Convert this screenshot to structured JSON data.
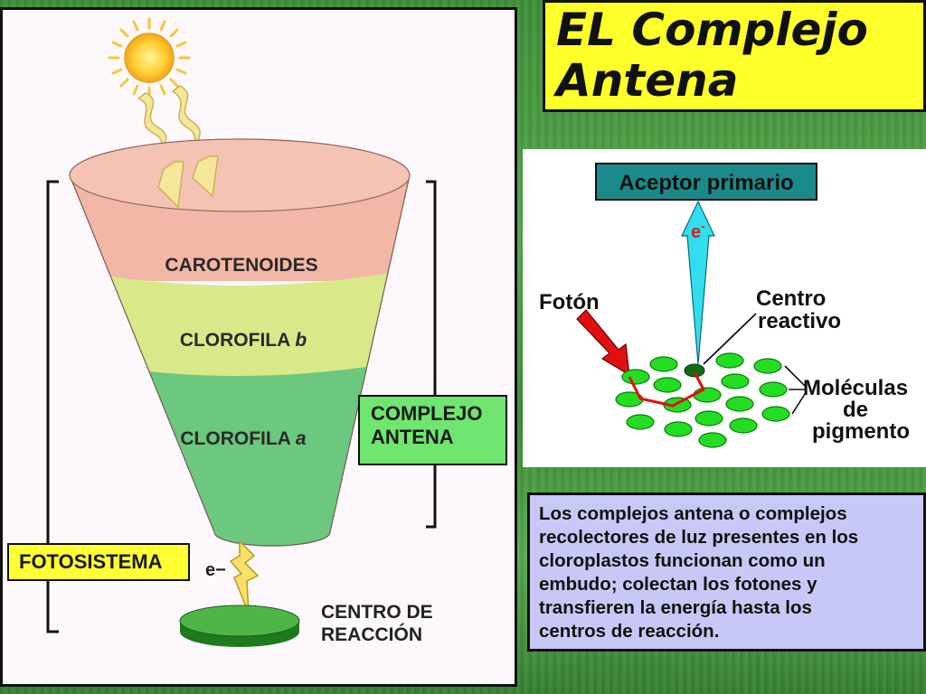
{
  "title": {
    "line1": "EL Complejo",
    "line2": "Antena"
  },
  "funnel": {
    "layers": [
      {
        "label": "CAROTENOIDES",
        "italic": ""
      },
      {
        "label": "CLOROFILA ",
        "italic": "b"
      },
      {
        "label": "CLOROFILA ",
        "italic": "a"
      }
    ],
    "complejo_antena": {
      "line1": "COMPLEJO",
      "line2": "ANTENA"
    },
    "fotosistema": "FOTOSISTEMA",
    "electron": "e−",
    "centro_reaccion": {
      "line1": "CENTRO DE",
      "line2": "REACCIÓN"
    },
    "colors": {
      "carotenoides": "#f2b7a6",
      "clorofila_b": "#d9e98a",
      "clorofila_a": "#6cc77f",
      "label_green": "#6fe66f",
      "label_yellow": "#ffff33"
    }
  },
  "diagram": {
    "aceptor": "Aceptor primario",
    "electron": {
      "base": "e",
      "sup": "-"
    },
    "foton": "Fotón",
    "centro": {
      "line1": "Centro",
      "line2": "reactivo"
    },
    "moleculas": {
      "line1": "Moléculas",
      "line2": "de",
      "line3": "pigmento"
    },
    "colors": {
      "aceptor_box": "#1a8a8a",
      "arrow": "#33ddee",
      "photon": "#e01010",
      "pigment": "#22dd22"
    }
  },
  "description": {
    "lines": [
      "Los complejos antena o complejos",
      "recolectores de luz presentes en los",
      "cloroplastos funcionan como un",
      "embudo; colectan los fotones y",
      "transfieren la energía hasta los",
      "centros de reacción."
    ]
  }
}
